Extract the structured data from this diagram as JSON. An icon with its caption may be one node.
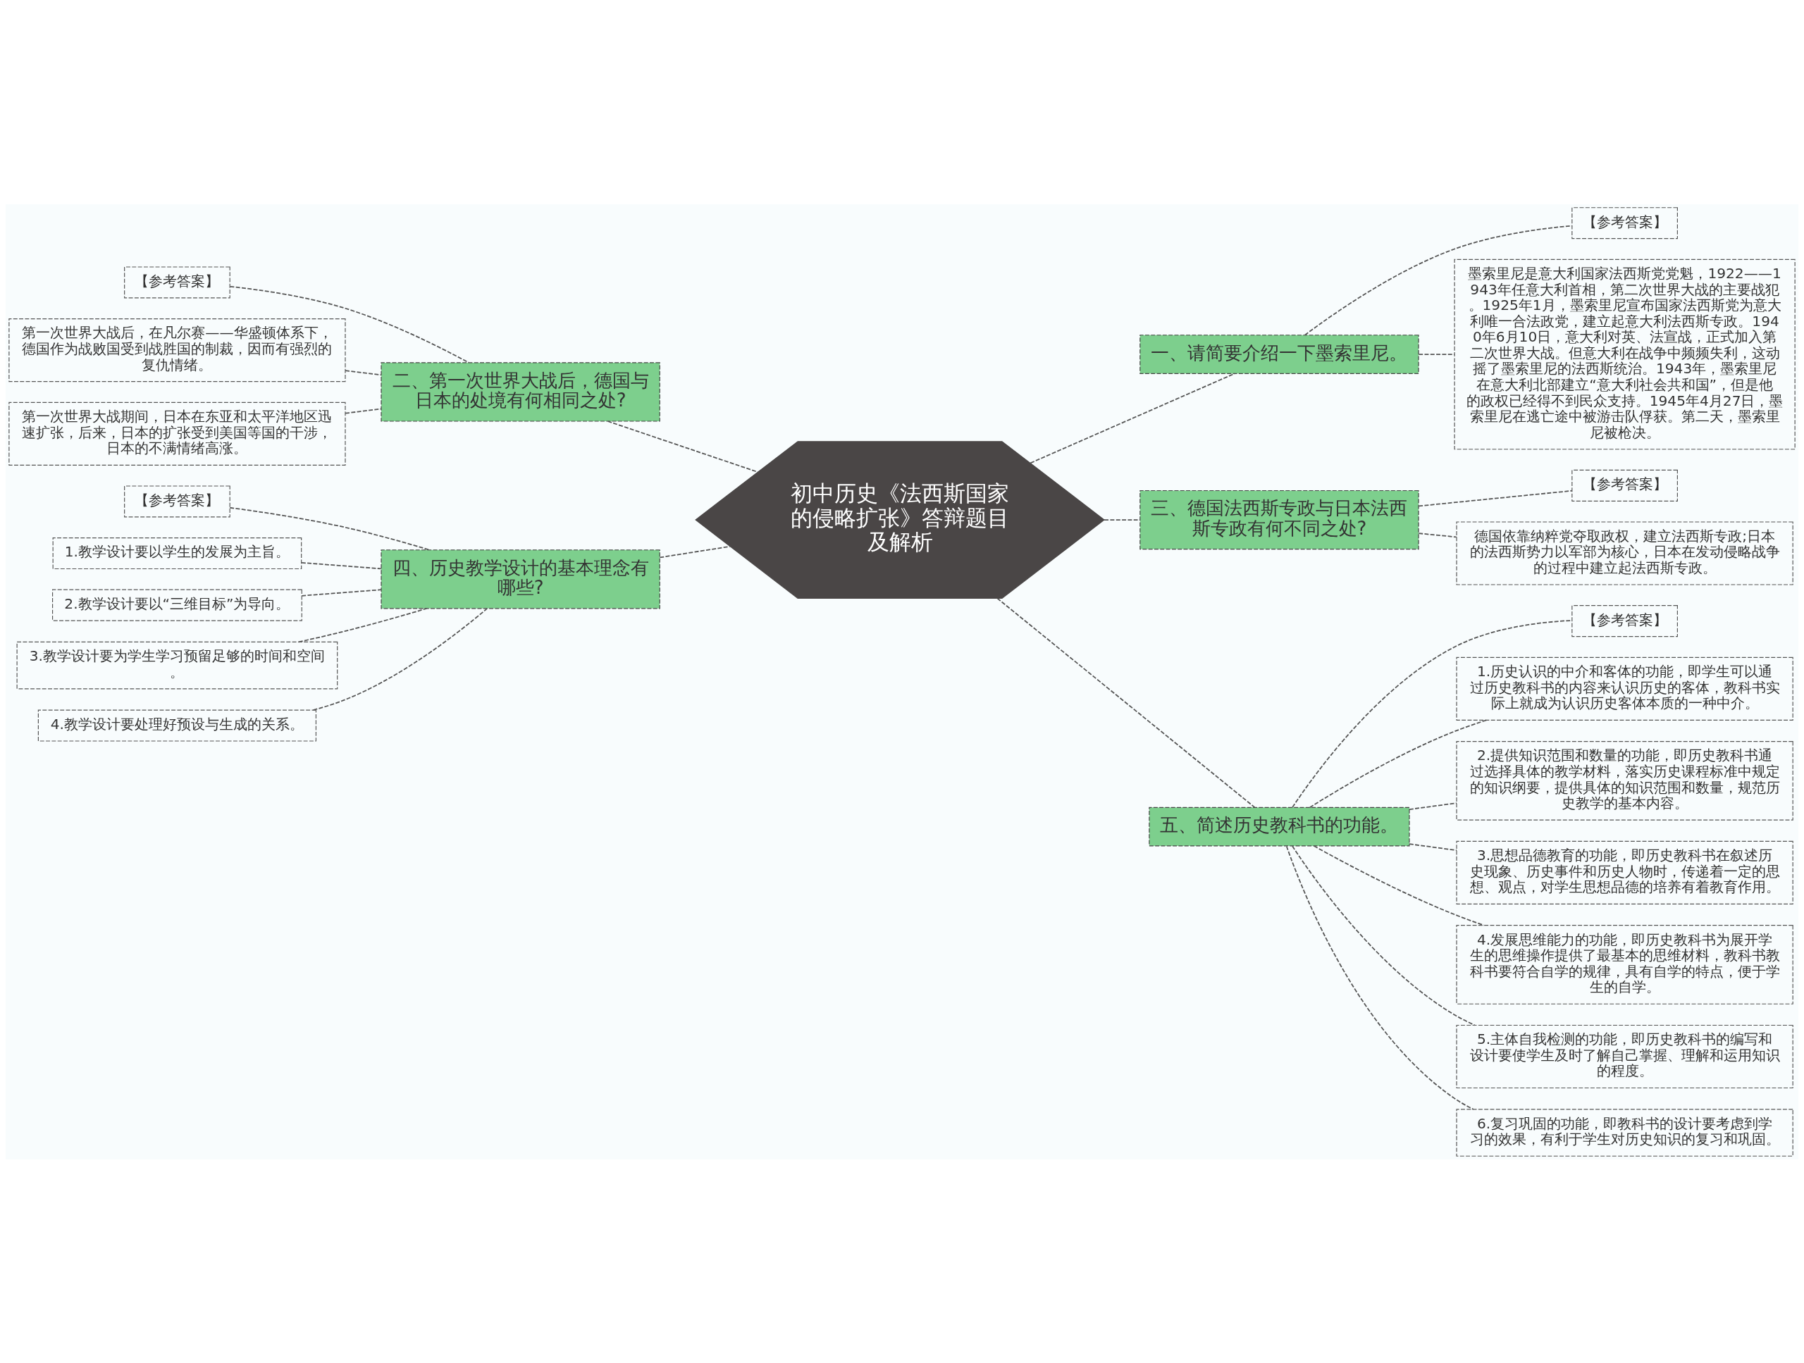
{
  "diagram": {
    "nodes": [
      {
        "text": [
          "初中历史《法西斯国家的侵略扩张》答辩题目及解析"
        ]
      },
      {
        "text": [
          "一、请简要介绍一下墨索里尼。"
        ]
      },
      {
        "text": [
          "【参考答案】"
        ]
      },
      {
        "text": [
          "墨索里尼是意大利国家法西斯党党魁，1922——1943年任意大利首相，第二次世界大战的主要战犯。1925年1月，墨索里尼宣布国家法西斯党为意大利唯一合法政党，建立起意大利法西斯专政。1940年6月10日，意大利对英、法宣战，正式加入第二次世界大战。但意大利在战争中频频失利，这动摇了墨索里尼的法西斯统治。1943年，墨索里尼在意大利北部建立“意大利社会共和国”，但是他的政权已经得不到民众支持。1945年4月27日，墨索里尼在逃亡途中被游击队俘获。第二天，墨索里尼被枪决。"
        ]
      },
      {
        "text": [
          "二、第一次世界大战后，德国与日本的处境有何相同之处?"
        ]
      },
      {
        "text": [
          "【参考答案】"
        ]
      },
      {
        "text": [
          "第一次世界大战后，在凡尔赛——华盛顿体系下，德国作为战败国受到战胜国的制裁，因而有强烈的复仇情绪。"
        ]
      },
      {
        "text": [
          "第一次世界大战期间，日本在东亚和太平洋地区迅速扩张，后来，日本的扩张受到美国等国的干涉，日本的不满情绪高涨。"
        ]
      },
      {
        "text": [
          "三、德国法西斯专政与日本法西斯专政有何不同之处?"
        ]
      },
      {
        "text": [
          "【参考答案】"
        ]
      },
      {
        "text": [
          "德国依靠纳粹党夺取政权，建立法西斯专政;日本的法西斯势力以军部为核心，日本在发动侵略战争的过程中建立起法西斯专政。"
        ]
      },
      {
        "text": [
          "四、历史教学设计的基本理念有哪些?"
        ]
      },
      {
        "text": [
          "【参考答案】"
        ]
      },
      {
        "text": [
          "1.教学设计要以学生的发展为主旨。"
        ]
      },
      {
        "text": [
          "2.教学设计要以“三维目标”为导向。"
        ]
      },
      {
        "text": [
          "3.教学设计要为学生学习预留足够的时间和空间。"
        ]
      },
      {
        "text": [
          "4.教学设计要处理好预设与生成的关系。"
        ]
      },
      {
        "text": [
          "五、简述历史教科书的功能。"
        ]
      },
      {
        "text": [
          "【参考答案】"
        ]
      },
      {
        "text": [
          "1.历史认识的中介和客体的功能，即学生可以通过历史教科书的内容来认识历史的客体，教科书实际上就成为认识历史客体本质的一种中介。"
        ]
      },
      {
        "text": [
          "2.提供知识范围和数量的功能，即历史教科书通过选择具体的教学材料，落实历史课程标准中规定的知识纲要，提供具体的知识范围和数量，规范历史教学的基本内容。"
        ]
      },
      {
        "text": [
          "3.思想品德教育的功能，即历史教科书在叙述历史现象、历史事件和历史人物时，传递着一定的思想、观点，对学生思想品德的培养有着教育作用。"
        ]
      },
      {
        "text": [
          "4.发展思维能力的功能，即历史教科书为展开学生的思维操作提供了最基本的思维材料，教科书教科书要符合自学的规律，具有自学的特点，便于学生的自学。"
        ]
      },
      {
        "text": [
          "5.主体自我检测的功能，即历史教科书的编写和设计要使学生及时了解自己掌握、理解和运用知识的程度。"
        ]
      },
      {
        "text": [
          "6.复习巩固的功能，即教科书的设计要考虑到学习的效果，有利于学生对历史知识的复习和巩固。"
        ]
      }
    ],
    "edges": [
      {
        "from": 0,
        "to": 1,
        "arrow": "none",
        "style": "dashed"
      },
      {
        "from": 1,
        "to": 2,
        "arrow": "none",
        "style": "dashed"
      },
      {
        "from": 1,
        "to": 3,
        "arrow": "none",
        "style": "dashed"
      },
      {
        "from": 0,
        "to": 4,
        "arrow": "none",
        "style": "dashed"
      },
      {
        "from": 4,
        "to": 5,
        "arrow": "none",
        "style": "dashed"
      },
      {
        "from": 4,
        "to": 6,
        "arrow": "none",
        "style": "dashed"
      },
      {
        "from": 4,
        "to": 7,
        "arrow": "none",
        "style": "dashed"
      },
      {
        "from": 0,
        "to": 8,
        "arrow": "none",
        "style": "dashed"
      },
      {
        "from": 8,
        "to": 9,
        "arrow": "none",
        "style": "dashed"
      },
      {
        "from": 8,
        "to": 10,
        "arrow": "none",
        "style": "dashed"
      },
      {
        "from": 0,
        "to": 11,
        "arrow": "none",
        "style": "dashed"
      },
      {
        "from": 11,
        "to": 12,
        "arrow": "none",
        "style": "dashed"
      },
      {
        "from": 11,
        "to": 13,
        "arrow": "none",
        "style": "dashed"
      },
      {
        "from": 11,
        "to": 14,
        "arrow": "none",
        "style": "dashed"
      },
      {
        "from": 11,
        "to": 15,
        "arrow": "none",
        "style": "dashed"
      },
      {
        "from": 11,
        "to": 16,
        "arrow": "none",
        "style": "dashed"
      },
      {
        "from": 0,
        "to": 17,
        "arrow": "none",
        "style": "dashed"
      },
      {
        "from": 17,
        "to": 18,
        "arrow": "none",
        "style": "dashed"
      },
      {
        "from": 17,
        "to": 19,
        "arrow": "none",
        "style": "dashed"
      },
      {
        "from": 17,
        "to": 20,
        "arrow": "none",
        "style": "dashed"
      },
      {
        "from": 17,
        "to": 21,
        "arrow": "none",
        "style": "dashed"
      },
      {
        "from": 17,
        "to": 22,
        "arrow": "none",
        "style": "dashed"
      },
      {
        "from": 17,
        "to": 23,
        "arrow": "none",
        "style": "dashed"
      },
      {
        "from": 17,
        "to": 24,
        "arrow": "none",
        "style": "dashed"
      }
    ]
  }
}
